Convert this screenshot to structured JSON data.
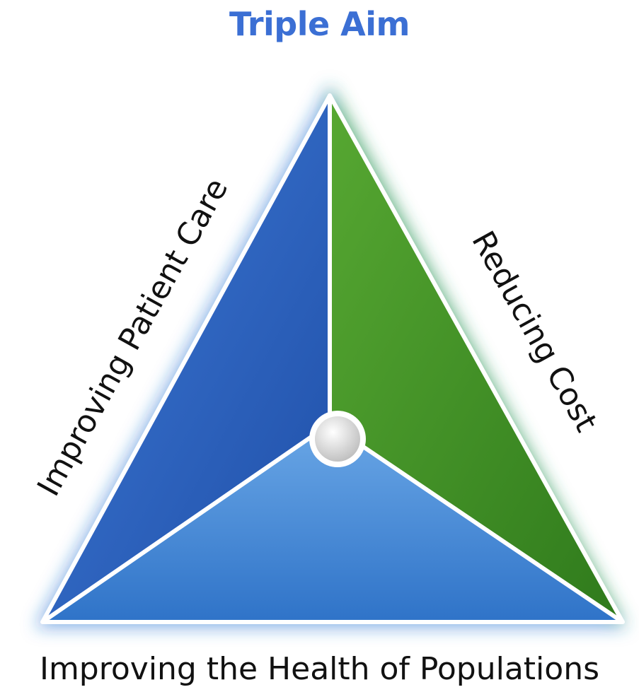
{
  "title": "Triple Aim",
  "labels": {
    "left": "Improving Patient Care",
    "right": "Reducing Cost",
    "bottom": "Improving the Health of Populations"
  },
  "colors": {
    "title": "#3b6fd4",
    "left_segment": "#2f63c0",
    "right_segment": "#4a9a2a",
    "bottom_segment": "#4a8fd8",
    "outline": "#ffffff",
    "center_circle": "#e0e0e0"
  }
}
